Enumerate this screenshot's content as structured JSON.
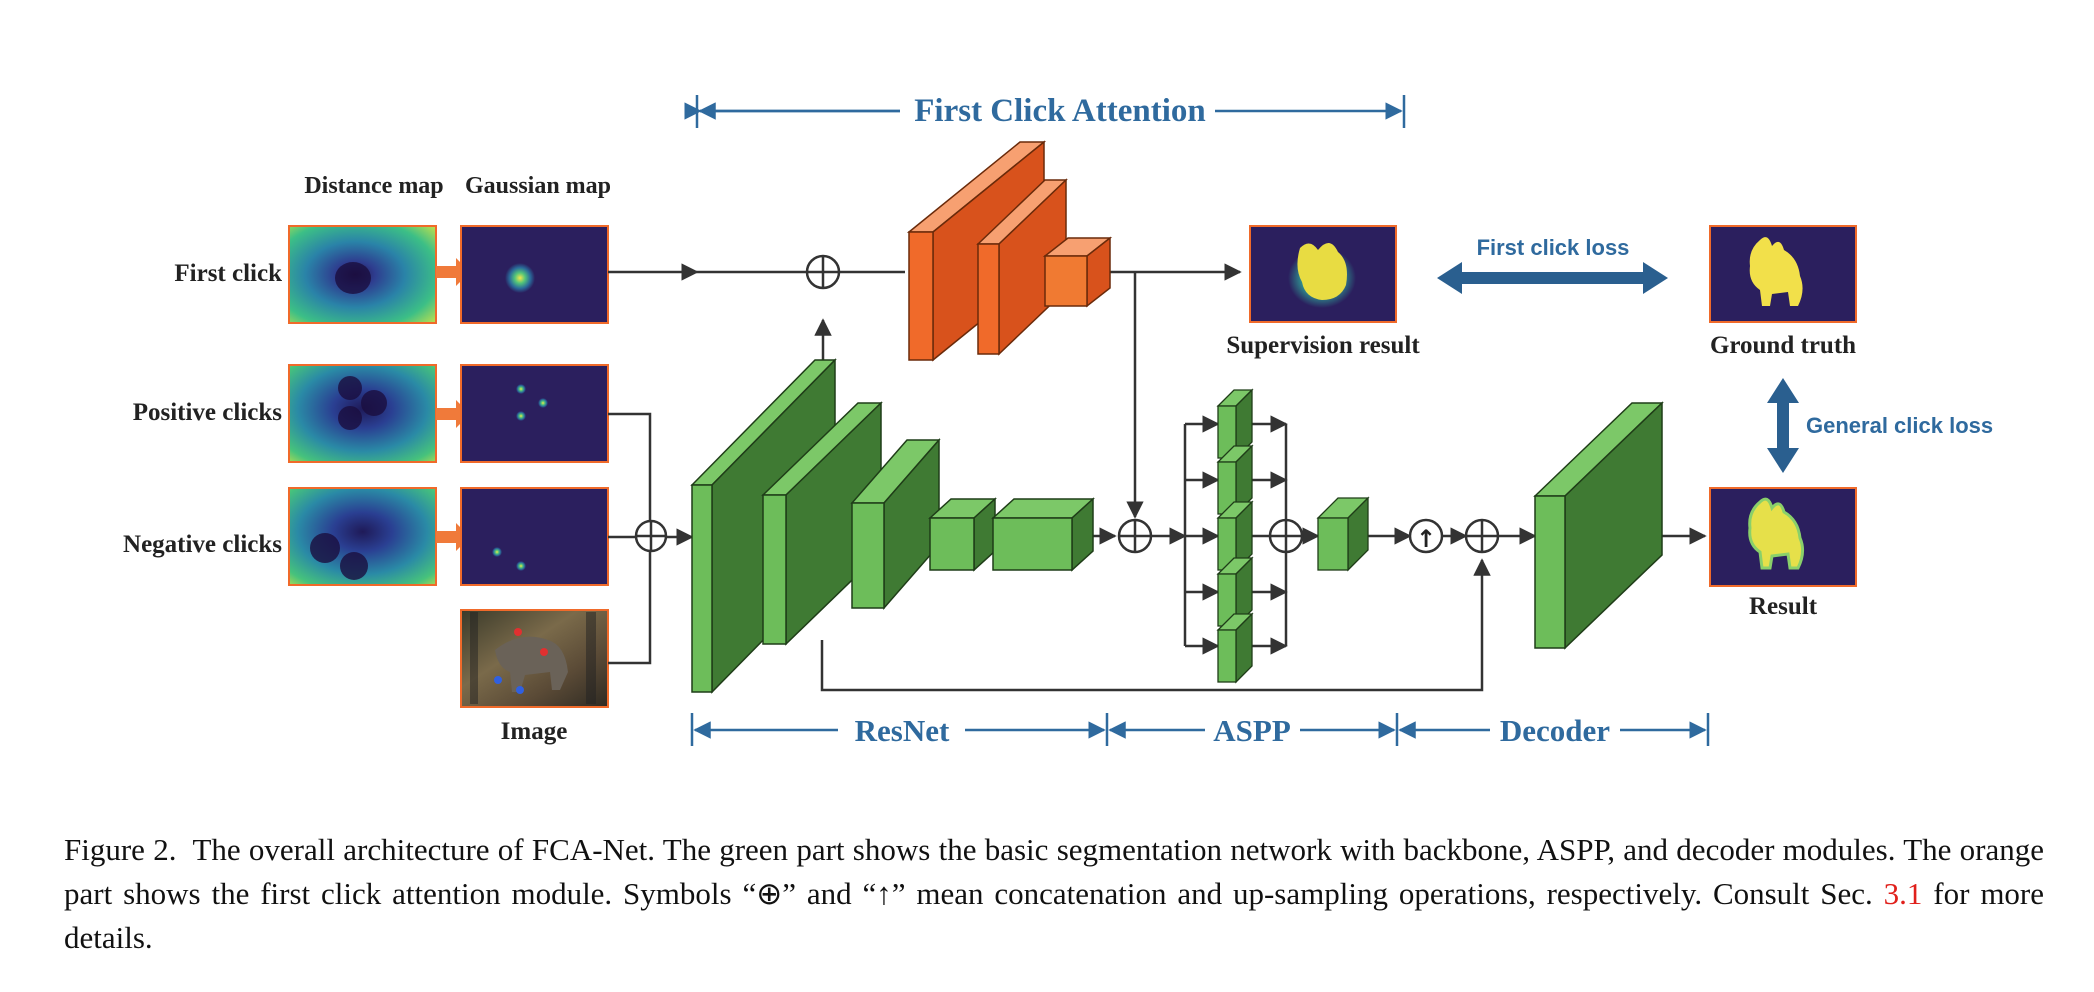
{
  "diagram": {
    "section_labels": {
      "first_click_attention": "First Click Attention",
      "resnet": "ResNet",
      "aspp": "ASPP",
      "decoder": "Decoder"
    },
    "column_headers": {
      "distance_map": "Distance map",
      "gaussian_map": "Gaussian map"
    },
    "row_labels": {
      "first_click": "First click",
      "positive_clicks": "Positive clicks",
      "negative_clicks": "Negative clicks",
      "image": "Image"
    },
    "outputs": {
      "supervision_result": "Supervision result",
      "ground_truth": "Ground truth",
      "result": "Result"
    },
    "losses": {
      "first_click_loss": "First click loss",
      "general_click_loss": "General click loss"
    },
    "symbols": {
      "upsample": "↑"
    },
    "colors": {
      "green_block": "#6dbd5a",
      "green_dark": "#3f7a33",
      "orange_block": "#f06a2a",
      "label_blue": "#2f6a9e",
      "arrow_blue": "#2a5f8f",
      "map_dark": "#2b1f5e"
    }
  },
  "caption": {
    "figure_label": "Figure 2.",
    "text_before_ref": "The overall architecture of FCA-Net. The green part shows the basic segmentation network with backbone, ASPP, and decoder modules. The orange part shows the first click attention module. Symbols “⊕” and “↑” mean concatenation and up-sampling operations, respectively. Consult Sec.",
    "ref": "3.1",
    "text_after_ref": "for more details."
  }
}
